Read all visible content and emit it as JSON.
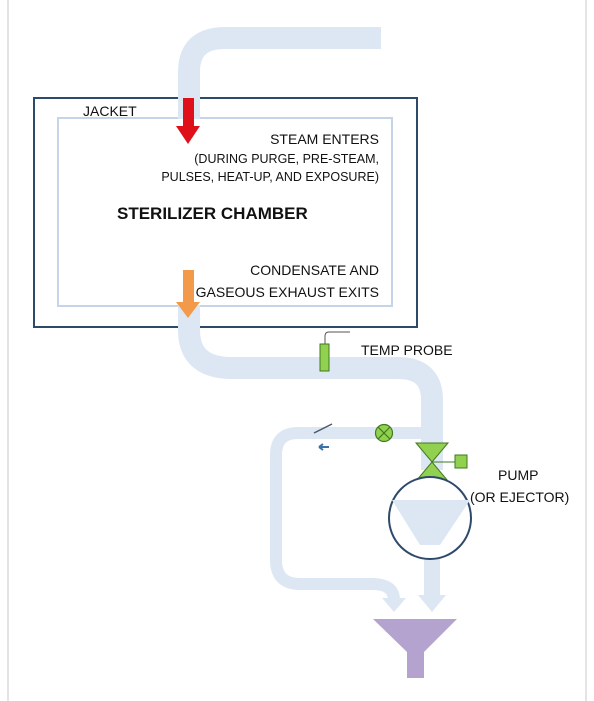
{
  "labels": {
    "jacket": "JACKET",
    "steam_enters": "STEAM ENTERS",
    "steam_note_1": "(DURING PURGE, PRE-STEAM,",
    "steam_note_2": "PULSES, HEAT-UP, AND EXPOSURE)",
    "chamber": "STERILIZER CHAMBER",
    "exit_1": "CONDENSATE AND",
    "exit_2": "GASEOUS EXHAUST EXITS",
    "temp_probe": "TEMP PROBE",
    "pump": "PUMP",
    "pump_alt": "(OR EJECTOR)"
  },
  "colors": {
    "pipe": "#dde7f3",
    "jacket_border": "#2e4a6b",
    "chamber_border": "#c5d4e6",
    "steam_arrow": "#e0101a",
    "exhaust_arrow": "#f39a4a",
    "component_fill": "#92d050",
    "component_stroke": "#3f7a1e",
    "funnel": "#b4a3cf",
    "check_valve_arrow": "#3d6fa8"
  }
}
